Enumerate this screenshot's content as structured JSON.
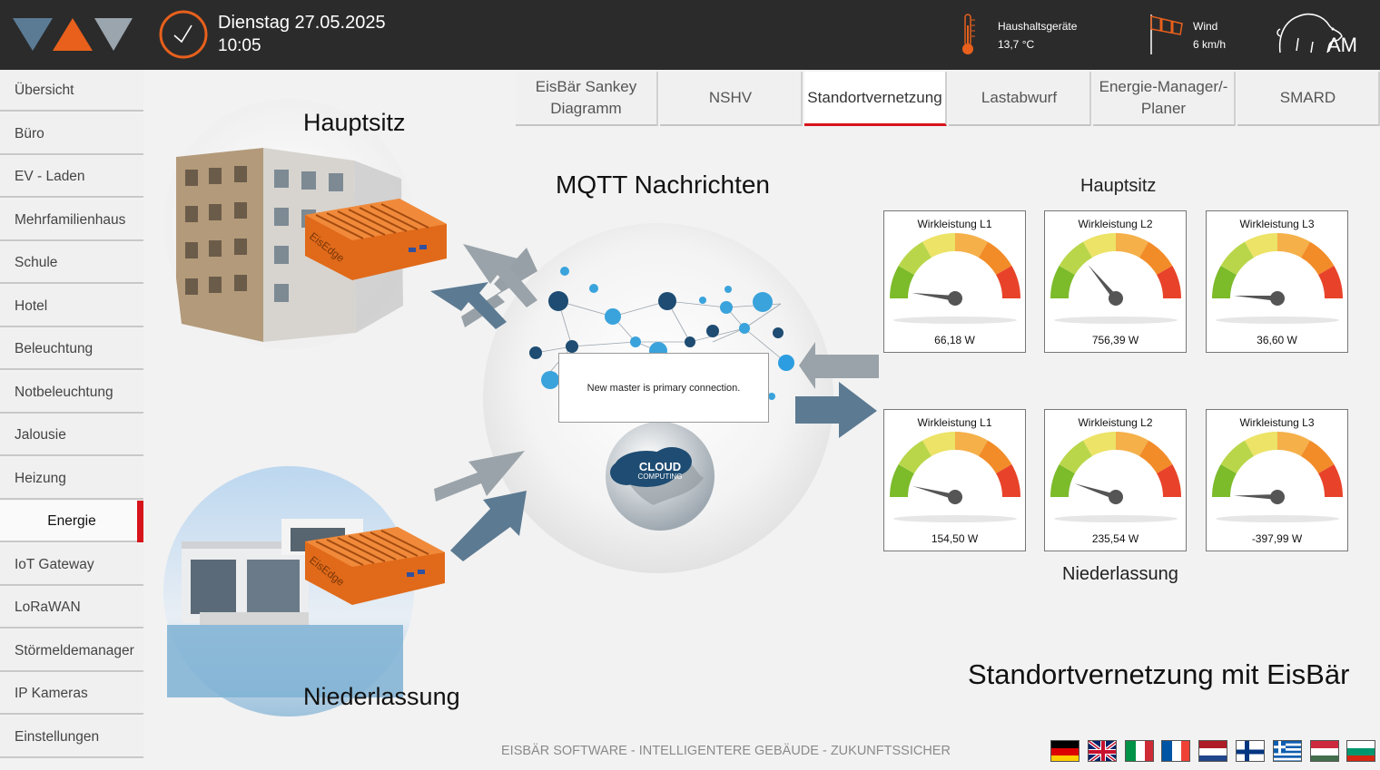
{
  "header": {
    "date": "Dienstag 27.05.2025",
    "time": "10:05",
    "appliances_label": "Haushaltsgeräte",
    "appliances_value": "13,7 °C",
    "wind_label": "Wind",
    "wind_value": "6 km/h",
    "brand_text": "AM",
    "icons": [
      "logo-triangles",
      "clock-icon",
      "thermometer-icon",
      "windsock-icon",
      "bear-logo"
    ]
  },
  "sidebar": {
    "items": [
      {
        "label": "Übersicht"
      },
      {
        "label": "Büro"
      },
      {
        "label": "EV - Laden"
      },
      {
        "label": "Mehrfamilienhaus"
      },
      {
        "label": "Schule"
      },
      {
        "label": "Hotel"
      },
      {
        "label": "Beleuchtung"
      },
      {
        "label": "Notbeleuchtung"
      },
      {
        "label": "Jalousie"
      },
      {
        "label": "Heizung"
      },
      {
        "label": "Energie"
      },
      {
        "label": "IoT Gateway"
      },
      {
        "label": "LoRaWAN"
      },
      {
        "label": "Störmeldemanager"
      },
      {
        "label": "IP Kameras"
      },
      {
        "label": "Einstellungen"
      }
    ],
    "active_index": 10
  },
  "tabs": [
    {
      "label_line1": "EisBär Sankey",
      "label_line2": "Diagramm"
    },
    {
      "label_line1": "NSHV",
      "label_line2": ""
    },
    {
      "label_line1": "Standortvernetzung",
      "label_line2": ""
    },
    {
      "label_line1": "Lastabwurf",
      "label_line2": ""
    },
    {
      "label_line1": "Energie-Manager/-",
      "label_line2": "Planer"
    },
    {
      "label_line1": "SMARD",
      "label_line2": ""
    }
  ],
  "active_tab": 2,
  "diagram": {
    "hq_label": "Hauptsitz",
    "branch_label": "Niederlassung",
    "mqtt_title": "MQTT Nachrichten",
    "device_text": "EisEdge",
    "cloud_line1": "CLOUD",
    "cloud_line2": "COMPUTING"
  },
  "popup": {
    "message": "New master is primary connection."
  },
  "gauges": {
    "hq_title": "Hauptsitz",
    "branch_title": "Niederlassung",
    "hq": [
      {
        "title": "Wirkleistung L1",
        "value": "66,18 W",
        "needle_level": 0.04
      },
      {
        "title": "Wirkleistung L2",
        "value": "756,39 W",
        "needle_level": 0.28
      },
      {
        "title": "Wirkleistung L3",
        "value": "36,60 W",
        "needle_level": 0.02
      }
    ],
    "branch": [
      {
        "title": "Wirkleistung L1",
        "value": "154,50 W",
        "needle_level": 0.08
      },
      {
        "title": "Wirkleistung L2",
        "value": "235,54 W",
        "needle_level": 0.1
      },
      {
        "title": "Wirkleistung L3",
        "value": "-397,99 W",
        "needle_level": 0.01
      }
    ],
    "colors": [
      "#7cbb2a",
      "#b9d64a",
      "#ece367",
      "#f5b04a",
      "#f28c28",
      "#e8432a"
    ]
  },
  "caption": "Standortvernetzung mit EisBär",
  "footer": "EISBÄR SOFTWARE - INTELLIGENTERE GEBÄUDE - ZUKUNFTSSICHER",
  "flags": [
    "de",
    "gb",
    "it",
    "fr",
    "nl",
    "fi",
    "gr",
    "hu",
    "bg"
  ],
  "colors": {
    "accent": "#d7141c",
    "header_bg": "#2b2b2b",
    "logo_blue": "#5b7b95",
    "logo_orange": "#e8601c",
    "logo_gray": "#9aa5ae"
  }
}
